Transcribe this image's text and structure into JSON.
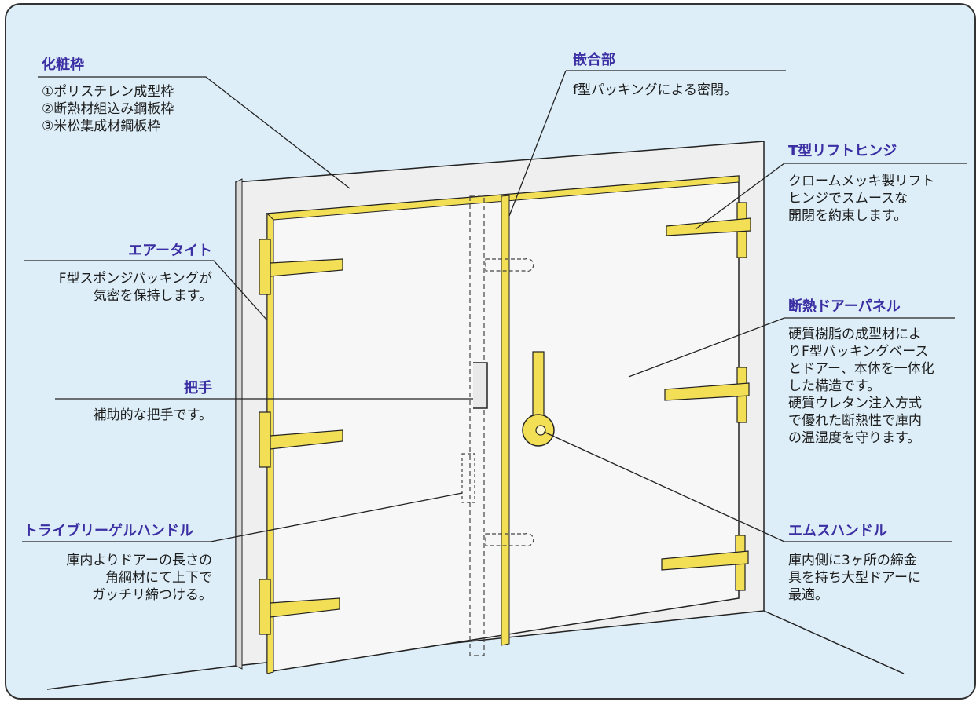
{
  "colors": {
    "background": "#ddeef8",
    "frame": "#333333",
    "title": "#3b2fa3",
    "brass": "#f2df55",
    "door": "#f7f7f7",
    "wall": "#efefef"
  },
  "callouts": [
    {
      "id": "keshowaku",
      "title": "化粧枠",
      "body": "①ポリスチレン成型枠\n②断熱材組込み鋼板枠\n③米松集成材鋼板枠"
    },
    {
      "id": "kangobu",
      "title": "嵌合部",
      "body": "f型パッキングによる密閉。"
    },
    {
      "id": "t-lift-hinge",
      "title": "T型リフトヒンジ",
      "body": "クロームメッキ製リフト\nヒンジでスムースな\n開閉を約束します。"
    },
    {
      "id": "airtight",
      "title": "エアータイト",
      "body": "F型スポンジパッキングが\n気密を保持します。"
    },
    {
      "id": "panel",
      "title": "断熱ドアーパネル",
      "body": "硬質樹脂の成型材によ\nりF型パッキングベース\nとドアー、本体を一体化\nした構造です。\n硬質ウレタン注入方式\nで優れた断熱性で庫内\nの温湿度を守ります。"
    },
    {
      "id": "handle",
      "title": "把手",
      "body": "補助的な把手です。"
    },
    {
      "id": "tri-bar",
      "title": "トライブリーゲルハンドル",
      "body": "庫内よりドアーの長さの\n角綱材にて上下で\nガッチリ締つける。"
    },
    {
      "id": "m-handle",
      "title": "エムスハンドル",
      "body": "庫内側に3ヶ所の締金\n具を持ち大型ドアーに\n最適。"
    }
  ]
}
